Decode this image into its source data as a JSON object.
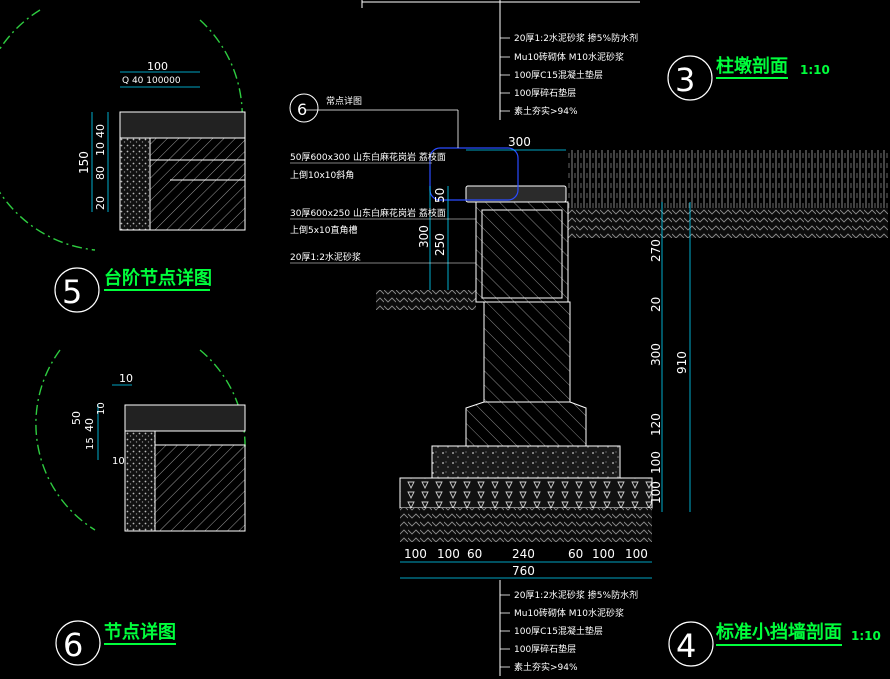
{
  "colors": {
    "background": "#000000",
    "text": "#ffffff",
    "title": "#00ff3c",
    "circle": "#2ecc40",
    "dim_line": "#00ff3c",
    "blue": "#2a4bff",
    "cyan": "#00d9ff",
    "hatch": "#9a9a9a"
  },
  "detail5": {
    "number": "5",
    "title": "台阶节点详图",
    "dims": {
      "top": "100",
      "top_small": "Q 40 100000",
      "d40": "40",
      "d10": "10",
      "d150": "150",
      "d80": "80",
      "d20": "20"
    }
  },
  "detail6": {
    "number": "6",
    "title": "节点详图",
    "dims": {
      "d10a": "10",
      "d50": "50",
      "d40": "40",
      "d10b": "10",
      "d15": "15",
      "d10c": "10"
    }
  },
  "detail3": {
    "number": "3",
    "title": "柱墩剖面",
    "scale": "1:10",
    "callout": "6",
    "callout_label": "常点详图",
    "notes_top": [
      "20厚1:2水泥砂浆 掺5%防水剂",
      "Mu10砖砌体 M10水泥砂浆",
      "100厚C15混凝土垫层",
      "100厚碎石垫层",
      "素土夯实>94%"
    ]
  },
  "detail4": {
    "number": "4",
    "title": "标准小挡墙剖面",
    "scale": "1:10",
    "left_notes": [
      "50厚600x300 山东白麻花岗岩 荔枝面",
      "上倒10x10斜角",
      "30厚600x250 山东白麻花岗岩 荔枝面",
      "上倒5x10直角槽",
      "20厚1:2水泥砂浆"
    ],
    "notes_bottom": [
      "20厚1:2水泥砂浆 掺5%防水剂",
      "Mu10砖砌体 M10水泥砂浆",
      "100厚C15混凝土垫层",
      "100厚碎石垫层",
      "素土夯实>94%"
    ],
    "dims_top": "300",
    "dims_left": [
      "50",
      "300",
      "250"
    ],
    "dims_right": [
      "270",
      "20",
      "300",
      "120",
      "100",
      "100"
    ],
    "dims_right_total": "910",
    "dims_bottom": [
      "100",
      "100",
      "60",
      "240",
      "60",
      "100",
      "100"
    ],
    "dims_bottom_total": "760"
  }
}
